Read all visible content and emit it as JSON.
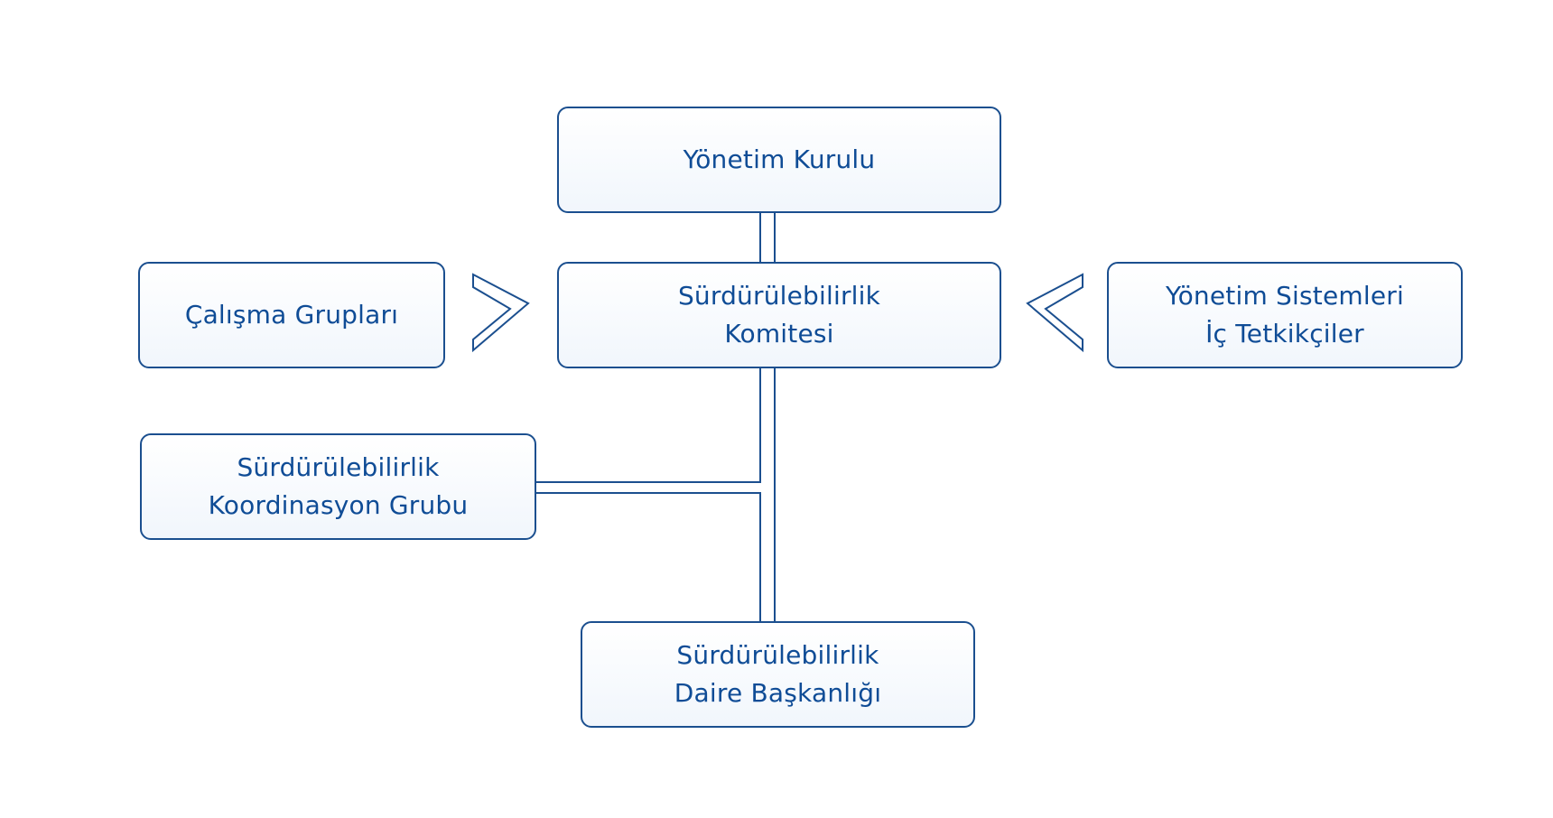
{
  "colors": {
    "border": "#1b4f8f",
    "text": "#0f4c96",
    "fill_top": "#ffffff",
    "fill_bottom": "#f1f6fc"
  },
  "nodes": {
    "board": "Yönetim Kurulu",
    "committee": "Sürdürülebilirlik\nKomitesi",
    "working_groups": "Çalışma Grupları",
    "internal_auditors": "Yönetim Sistemleri\nİç Tetkikçiler",
    "coordination_group": "Sürdürülebilirlik\nKoordinasyon Grubu",
    "department": "Sürdürülebilirlik\nDaire Başkanlığı"
  },
  "arrows": {
    "working_groups_to_committee": "right-chevron-arrow-icon",
    "internal_auditors_to_committee": "left-chevron-arrow-icon"
  }
}
